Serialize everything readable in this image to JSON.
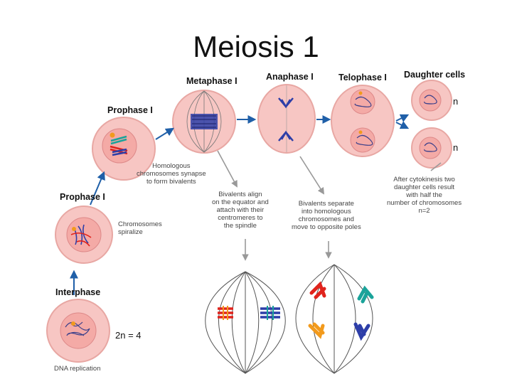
{
  "title": "Meiosis 1",
  "stages": {
    "interphase": "Interphase",
    "prophase_lower": "Prophase I",
    "prophase_upper": "Prophase I",
    "metaphase": "Metaphase I",
    "anaphase": "Anaphase I",
    "telophase": "Telophase I",
    "daughter": "Daughter cells"
  },
  "notes": {
    "interphase": "DNA replication",
    "chromosomes": "Chromosomes\nspiralize",
    "homologous": "Homologous\nchromosomes synapse\nto form bivalents",
    "bivalents_align": "Bivalents align\non the equator and\nattach with their\ncentromeres to\nthe spindle",
    "bivalents_separate": "Bivalents separate\ninto homologous\nchromosomes and\nmove to opposite poles",
    "cytokinesis": "After cytokinesis two\ndaughter cells result\nwith half the\nnumber of chromosomes\nn=2"
  },
  "counts": {
    "diploid": "2n = 4",
    "n_top": "n",
    "n_bottom": "n"
  },
  "colors": {
    "cell_fill": "#f7c6c3",
    "cell_stroke": "#e8a7a3",
    "nucleus_fill": "#f4aaa6",
    "arrow": "#1f5fa8",
    "pointer": "#999999",
    "chrom_blue": "#2d3ea8",
    "chrom_red": "#e0231c",
    "chrom_teal": "#1aa39a",
    "chrom_orange": "#f29a1c"
  }
}
